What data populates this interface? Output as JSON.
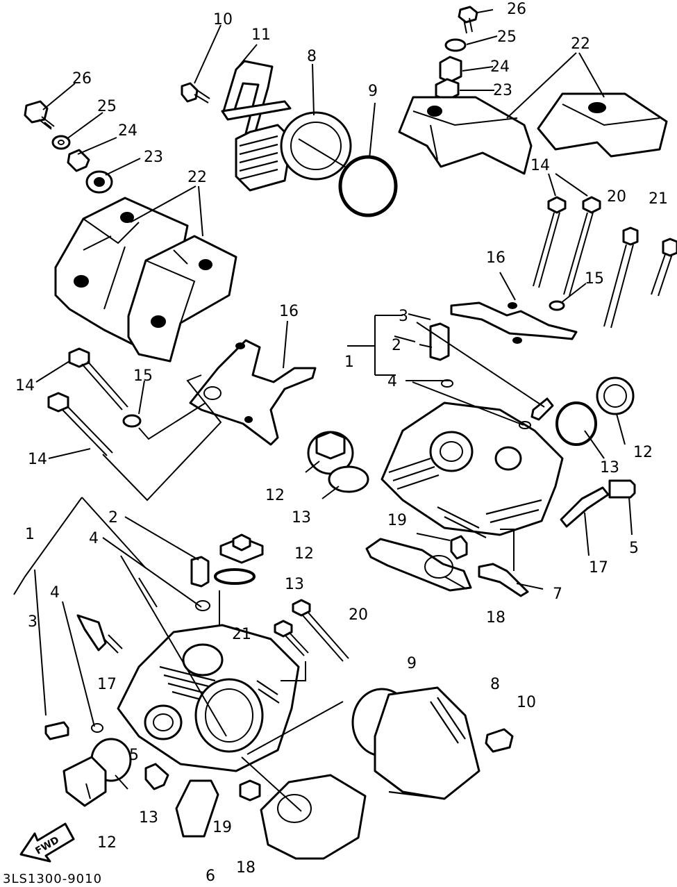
{
  "diagram": {
    "code": "3LS1300-9010",
    "fwd_label": "FWD",
    "callouts": {
      "rear_26": "26",
      "rear_25": "25",
      "rear_24": "24",
      "rear_23": "23",
      "rear_22": "22",
      "front_26": "26",
      "front_25": "25",
      "front_24": "24",
      "front_23": "23",
      "front_22": "22",
      "top_10": "10",
      "top_11": "11",
      "top_8": "8",
      "top_9": "9",
      "r14": "14",
      "r20": "20",
      "r21": "21",
      "r16": "16",
      "r15": "15",
      "r3": "3",
      "r2": "2",
      "r1": "1",
      "r4": "4",
      "r12a": "12",
      "r13a": "13",
      "r12b": "12",
      "r13b": "13",
      "r19": "19",
      "r18": "18",
      "r7": "7",
      "r17": "17",
      "r5": "5",
      "l16": "16",
      "l15": "15",
      "l14a": "14",
      "l14b": "14",
      "l2": "2",
      "l1": "1",
      "l4a": "4",
      "l4b": "4",
      "l3": "3",
      "l12a": "12",
      "l13a": "13",
      "l21": "21",
      "l20": "20",
      "l17": "17",
      "l5": "5",
      "l13b": "13",
      "l12b": "12",
      "l19": "19",
      "l6": "6",
      "l18": "18",
      "l9": "9",
      "l8": "8",
      "l10": "10"
    }
  }
}
